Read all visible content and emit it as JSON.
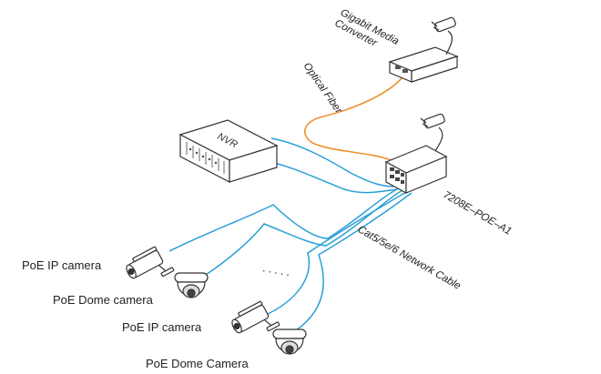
{
  "diagram": {
    "labels": {
      "media_converter": "Gigabit Media\nConverter",
      "optical_fiber": "Optical Fiber",
      "nvr": "NVR",
      "switch_model": "7208E–POE–A1",
      "network_cable": "Cat5/5e/6 Network Cable",
      "camera_1": "PoE IP camera",
      "camera_2": "PoE Dome camera",
      "camera_3": "PoE IP camera",
      "camera_4": "PoE Dome Camera",
      "ellipsis": ". . . . ."
    },
    "colors": {
      "fiber": "#f0912f",
      "network": "#2b9fd8",
      "line": "#333333",
      "device_fill": "#ffffff"
    },
    "icons": {
      "media_converter": "media-converter-box",
      "switch": "poe-switch",
      "nvr": "nvr-recorder",
      "power_adapter": "power-plug",
      "bullet_camera": "bullet-camera",
      "dome_camera": "dome-camera"
    }
  }
}
